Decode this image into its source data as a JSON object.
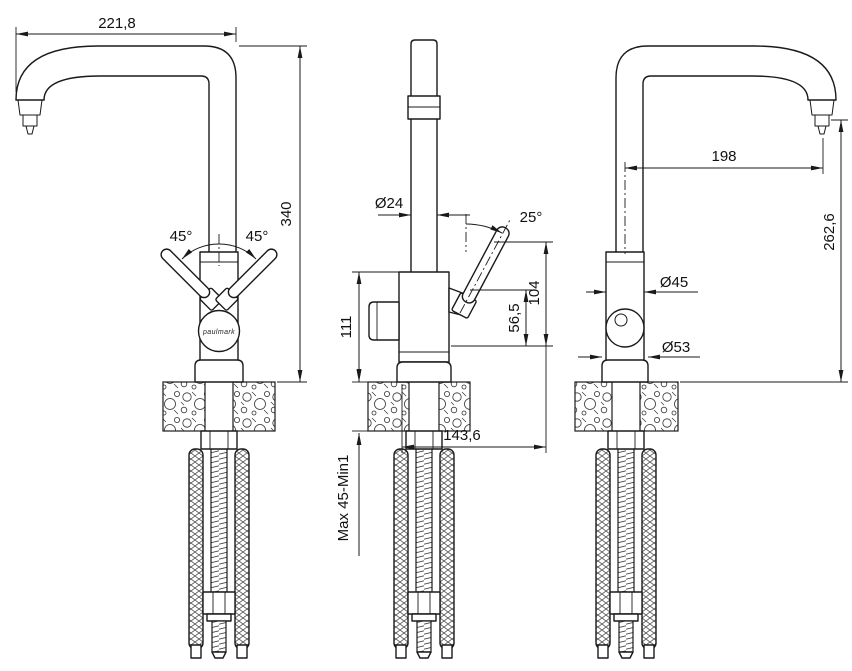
{
  "brand": "paulmark",
  "left": {
    "width": "221,8",
    "height": "340",
    "angle_left": "45°",
    "angle_right": "45°"
  },
  "front": {
    "spout_diameter": "Ø24",
    "handle_angle": "25°",
    "body_height": "111",
    "handle_height": "104",
    "outlet_height": "56,5",
    "depth": "143,6",
    "mount_range": "Max 45-Min1"
  },
  "right": {
    "reach": "198",
    "height": "262,6",
    "body_diameter": "Ø45",
    "base_diameter": "Ø53"
  }
}
